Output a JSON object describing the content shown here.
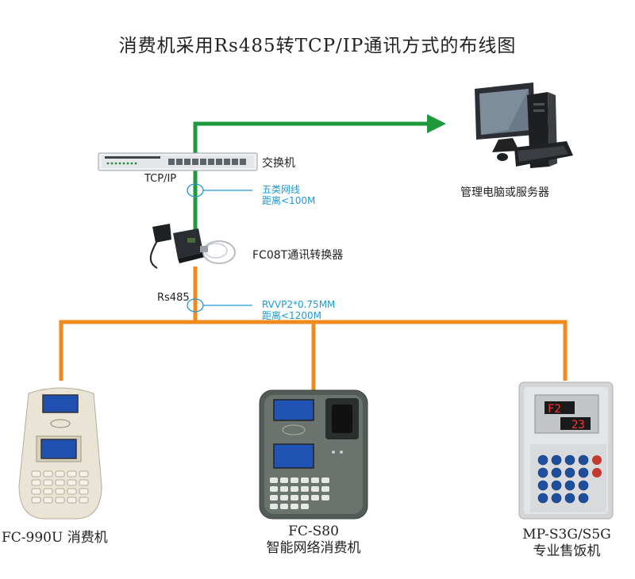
{
  "title": "消费机采用Rs485转TCP/IP通讯方式的布线图",
  "switch": {
    "label": "交换机",
    "protocol": "TCP/IP"
  },
  "cable_top": {
    "line1": "五类网线",
    "line2": "距离<100M"
  },
  "computer": {
    "label": "管理电脑或服务器"
  },
  "converter": {
    "label": "FC08T通讯转换器"
  },
  "rs485": {
    "label": "Rs485"
  },
  "cable_bottom": {
    "line1": "RVVP2*0.75MM",
    "line2": "距离<1200M"
  },
  "devices": [
    {
      "name_line1": "FC-990U 消费机",
      "name_line2": ""
    },
    {
      "name_line1": "FC-S80",
      "name_line2": "智能网络消费机"
    },
    {
      "name_line1": "MP-S3G/S5G",
      "name_line2": "专业售饭机"
    }
  ],
  "device3_display": {
    "top": "F2",
    "bottom": "23"
  },
  "colors": {
    "ethernet": "#1e9a3c",
    "rs485": "#f08a1c",
    "cable_text": "#1a9ad6"
  }
}
